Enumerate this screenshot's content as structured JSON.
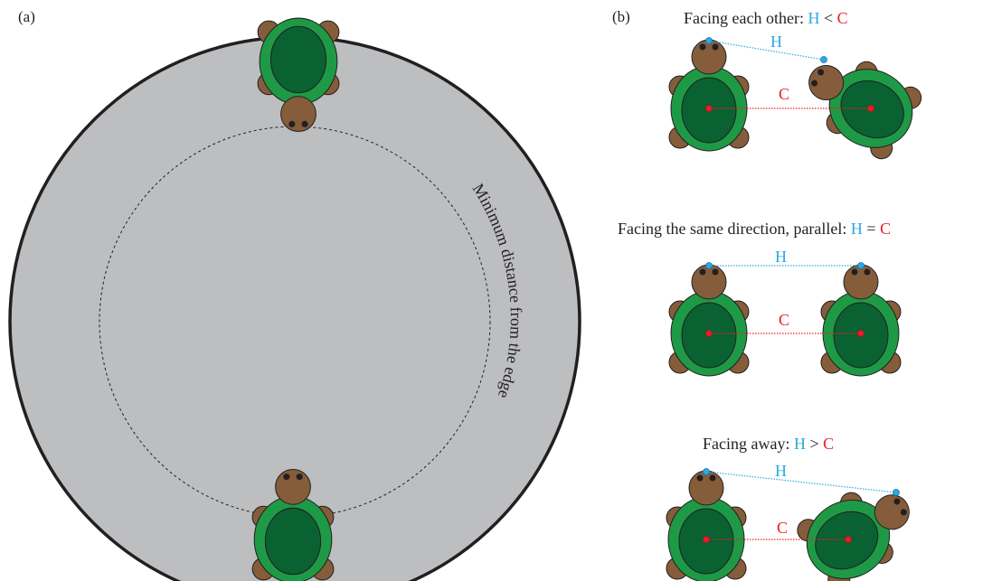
{
  "panels": {
    "a": {
      "label": "(a)",
      "edge_text": "Minimum distance from the edge"
    },
    "b": {
      "label": "(b)",
      "scenarios": [
        {
          "prefix": "Facing each other: ",
          "h": "H",
          "op": " < ",
          "c": "C",
          "h_tag": "H",
          "c_tag": "C"
        },
        {
          "prefix": "Facing the same direction, parallel: ",
          "h": "H",
          "op": " = ",
          "c": "C",
          "h_tag": "H",
          "c_tag": "C"
        },
        {
          "prefix": "Facing away: ",
          "h": "H",
          "op": " > ",
          "c": "C",
          "h_tag": "H",
          "c_tag": "C"
        }
      ]
    }
  },
  "colors": {
    "arena_fill": "#bcbec0",
    "arena_stroke": "#231f20",
    "shell_outer": "#1e9a46",
    "shell_inner": "#0a6132",
    "turtle_body": "#855d3b",
    "eye": "#231f20",
    "h_color": "#29aae1",
    "c_color": "#ed1c24",
    "text": "#231f20"
  }
}
